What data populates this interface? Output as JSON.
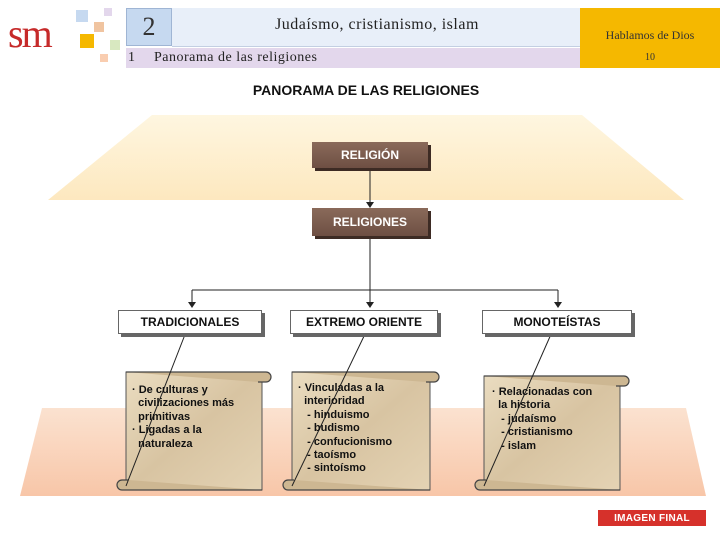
{
  "header": {
    "logo": "sm",
    "chapter_number": "2",
    "chapter_title": "Judaísmo, cristianismo, islam",
    "section_number": "1",
    "section_title": "Panorama de las religiones",
    "book_title": "Hablamos de Dios",
    "page_number": "10"
  },
  "main_title": "PANORAMA DE LAS RELIGIONES",
  "diagram": {
    "root": "RELIGIÓN",
    "child": "RELIGIONES",
    "categories": [
      {
        "label": "TRADICIONALES",
        "text": "· De culturas y\n  civilizaciones más\n  primitivas\n· Ligadas a la\n  naturaleza"
      },
      {
        "label": "EXTREMO ORIENTE",
        "text": "· Vinculadas a la\n  interioridad\n   - hinduismo\n   - budismo\n   - confucionismo\n   - taoísmo\n   - sintoísmo"
      },
      {
        "label": "MONOTEÍSTAS",
        "text": "· Relacionadas con\n  la historia\n   - judaísmo\n   - cristianismo\n   - islam"
      }
    ]
  },
  "footer": {
    "final_button": "IMAGEN FINAL"
  },
  "colors": {
    "accent_red": "#d6312b",
    "header_yellow": "#f5b800",
    "top_band": "#fdeec8",
    "bottom_band": "#f9cdb0",
    "dark_box": "#7a5a4d",
    "parchment": "#e0cfb0"
  }
}
